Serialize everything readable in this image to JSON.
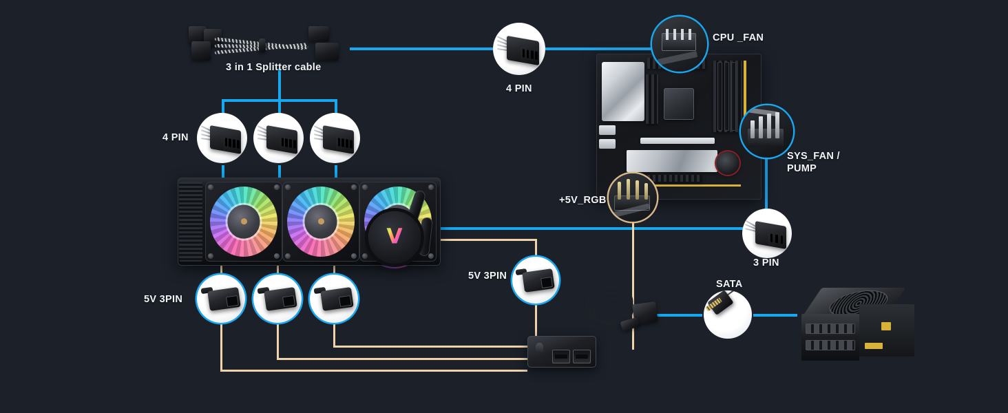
{
  "diagram": {
    "title": "AIO liquid cooler installation wiring diagram",
    "background_color": "#1b2029",
    "fan_line_color": "#17a8f0",
    "argb_line_color": "#f0d2ab"
  },
  "labels": {
    "splitter_cable": "3 in 1 Splitter cable",
    "four_pin_single": "4 PIN",
    "four_pin_group": "4 PIN",
    "cpu_fan": "CPU _FAN",
    "sys_fan_pump": "SYS_FAN /\nPUMP",
    "three_pin": "3 PIN",
    "five_v_rgb": "+5V_RGB",
    "five_v_3pin_group": "5V 3PIN",
    "five_v_3pin_single": "5V 3PIN",
    "sata": "SATA"
  },
  "components": {
    "cooler": "360mm ARGB AIO liquid cooler with three RGB fans",
    "pump_logo": "V",
    "motherboard": "micro-ATX motherboard",
    "psu": "modular power supply",
    "hub": "ARGB splitter hub",
    "splitter": "3-in-1 fan splitter cable",
    "sata_cable": "SATA power cable"
  },
  "connections": [
    {
      "from": "3 in 1 Splitter cable",
      "to": "4 PIN",
      "type": "fan"
    },
    {
      "from": "4 PIN",
      "to": "CPU _FAN",
      "type": "fan"
    },
    {
      "from": "3 in 1 Splitter cable",
      "to": "4 PIN (x3 fans)",
      "type": "fan"
    },
    {
      "from": "Pump",
      "to": "3 PIN",
      "type": "fan"
    },
    {
      "from": "3 PIN",
      "to": "SYS_FAN / PUMP",
      "type": "fan"
    },
    {
      "from": "Fans 5V 3PIN (x3)",
      "to": "ARGB hub",
      "type": "argb"
    },
    {
      "from": "Pump 5V 3PIN",
      "to": "ARGB hub",
      "type": "argb"
    },
    {
      "from": "ARGB hub",
      "to": "+5V_RGB",
      "type": "argb"
    },
    {
      "from": "ARGB hub SATA",
      "to": "Power supply",
      "type": "power"
    }
  ]
}
